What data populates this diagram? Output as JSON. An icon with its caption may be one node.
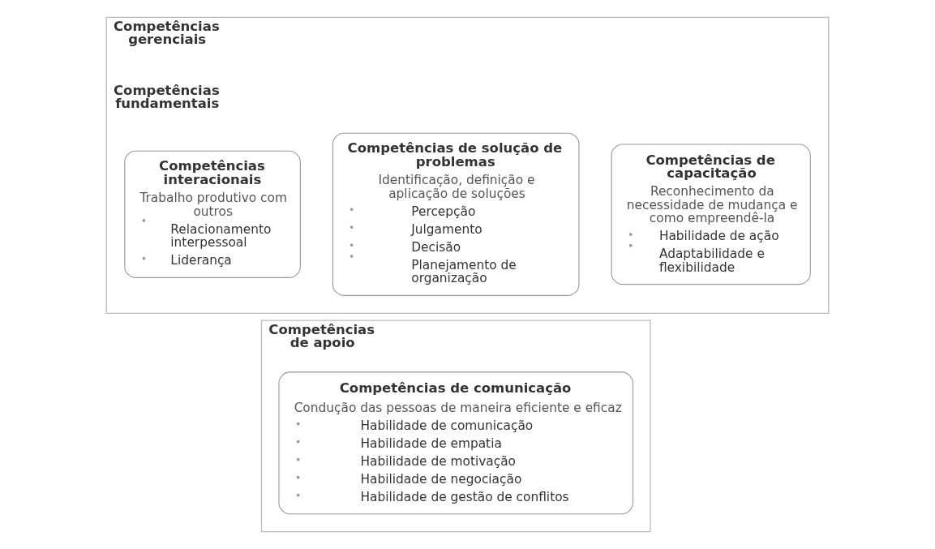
{
  "diagram": {
    "nodes": [
      {
        "text": [
          "Competências gerenciais",
          "Competências fundamentais"
        ]
      },
      {
        "text": [
          "Competências interacionais",
          "Trabalho produtivo com outros",
          "Relacionamento interpessoal",
          "Liderança"
        ],
        "in": 0
      },
      {
        "text": [
          "Competências de solução de problemas",
          "Identificação, definição e aplicação de soluções",
          "Percepção",
          "Julgamento",
          "Decisão",
          "Planejamento de organização"
        ],
        "in": 0
      },
      {
        "text": [
          "Competências de capacitação",
          "Reconhecimento da necessidade de mudança e como empreendê-la",
          "Habilidade de ação",
          "Adaptabilidade e flexibilidade"
        ],
        "in": 0
      },
      {
        "text": [
          "Competências de apoio"
        ]
      },
      {
        "text": [
          "Competências de comunicação",
          "Condução das pessoas de maneira eficiente e eficaz",
          "Habilidade de comunicação",
          "Habilidade de empatia",
          "Habilidade de motivação",
          "Habilidade de negociação",
          "Habilidade de gestão de conflitos"
        ],
        "in": 4
      }
    ],
    "edges": []
  }
}
